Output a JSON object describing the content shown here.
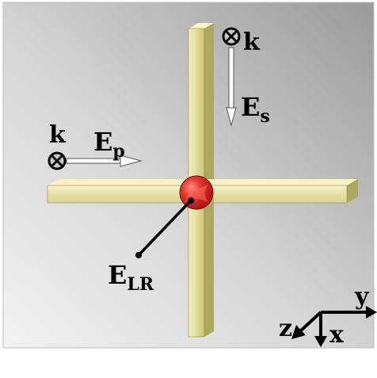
{
  "labels": {
    "k_top": "k",
    "k_left": "k",
    "e_s_main": "E",
    "e_s_sub": "s",
    "e_p_main": "E",
    "e_p_sub": "p",
    "e_lr_main": "E",
    "e_lr_sub": "LR",
    "axis_y": "y",
    "axis_z": "z",
    "axis_x": "x"
  },
  "colors": {
    "background_light": "#f2f2f2",
    "background_dark": "#9a9a9a",
    "rod_face": "#e0dc98",
    "rod_side": "#aaa95e",
    "rod_top": "#f7f3c4",
    "sphere": "#d81e1e",
    "arrow_fill": "#ffffff",
    "stroke": "#000000"
  },
  "icons": {
    "wave_vector_in_page": "circle-cross-icon"
  }
}
